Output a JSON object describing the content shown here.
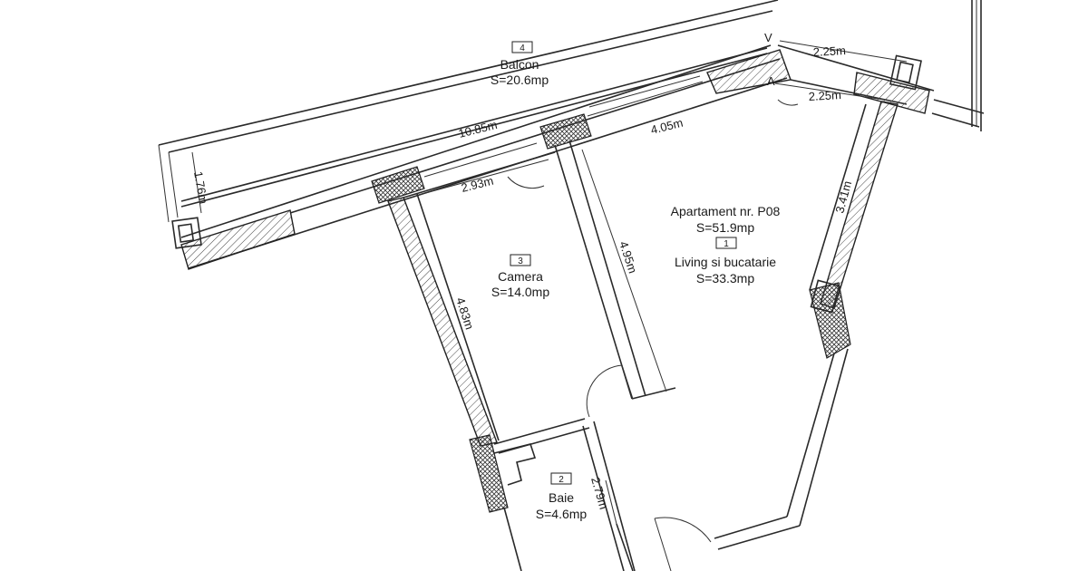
{
  "rooms": {
    "balcon": {
      "number": "4",
      "name": "Balcon",
      "area": "S=20.6mp"
    },
    "apartment": {
      "name": "Apartament nr. P08",
      "area": "S=51.9mp"
    },
    "living": {
      "number": "1",
      "name": "Living si bucatarie",
      "area": "S=33.3mp"
    },
    "camera": {
      "number": "3",
      "name": "Camera",
      "area": "S=14.0mp"
    },
    "baie": {
      "number": "2",
      "name": "Baie",
      "area": "S=4.6mp"
    }
  },
  "dimensions": {
    "balcon_length": "10.85m",
    "balcon_depth": "1.76m",
    "top_right_outer": "2.25m",
    "top_right_inner": "2.25m",
    "camera_top": "2.93m",
    "living_top": "4.05m",
    "right_wall": "3.41m",
    "middle_wall": "4.95m",
    "camera_left": "4.83m",
    "baie_right": "2.79m"
  },
  "markers": {
    "section_v": "V",
    "section_a": "A"
  },
  "colors": {
    "line": "#2a2a2a",
    "background": "#ffffff"
  }
}
